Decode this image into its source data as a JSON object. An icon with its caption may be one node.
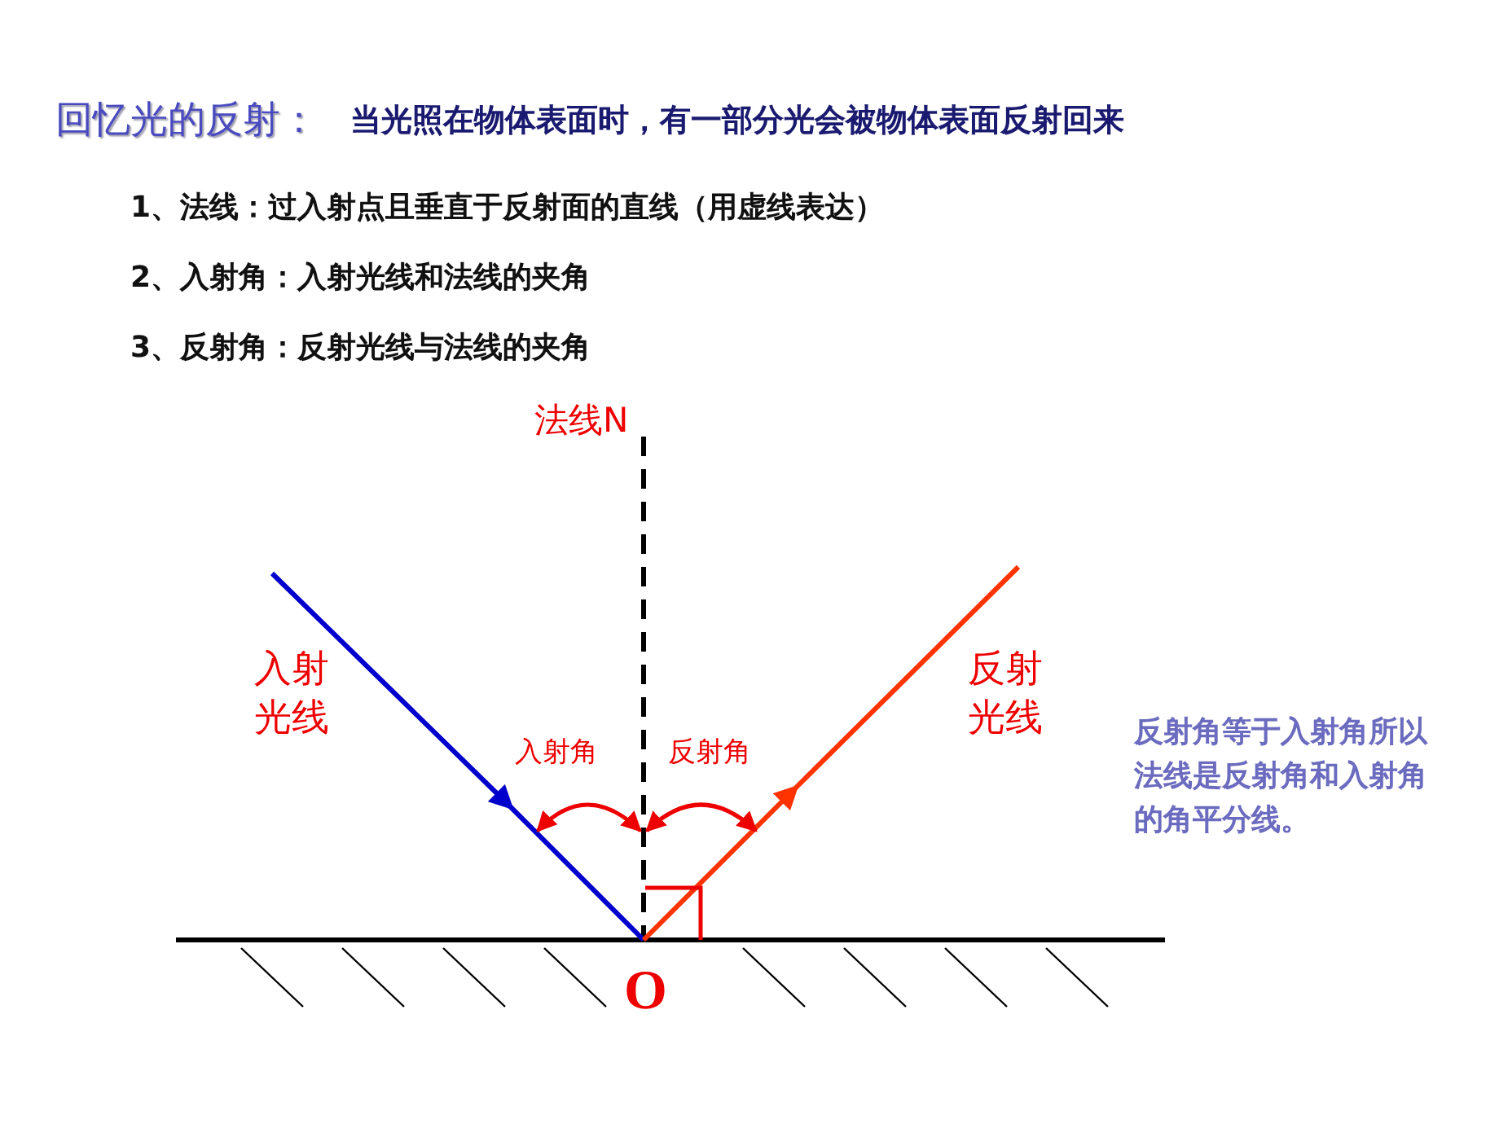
{
  "diagram": {
    "title": "回忆光的反射：",
    "labels": [
      "当光照在物体表面时，有一部分光会被物体表面反射回来",
      "1、法线：过入射点且垂直于反射面的直线（用虚线表达）",
      "2、入射角：入射光线和法线的夹角",
      "3、反射角：反射光线与法线的夹角",
      "法线N",
      "入射光线",
      "反射光线",
      "入射角",
      "反射角",
      "反射角等于入射角所以法线是反射角和入射角的角平分线。",
      "O"
    ]
  }
}
